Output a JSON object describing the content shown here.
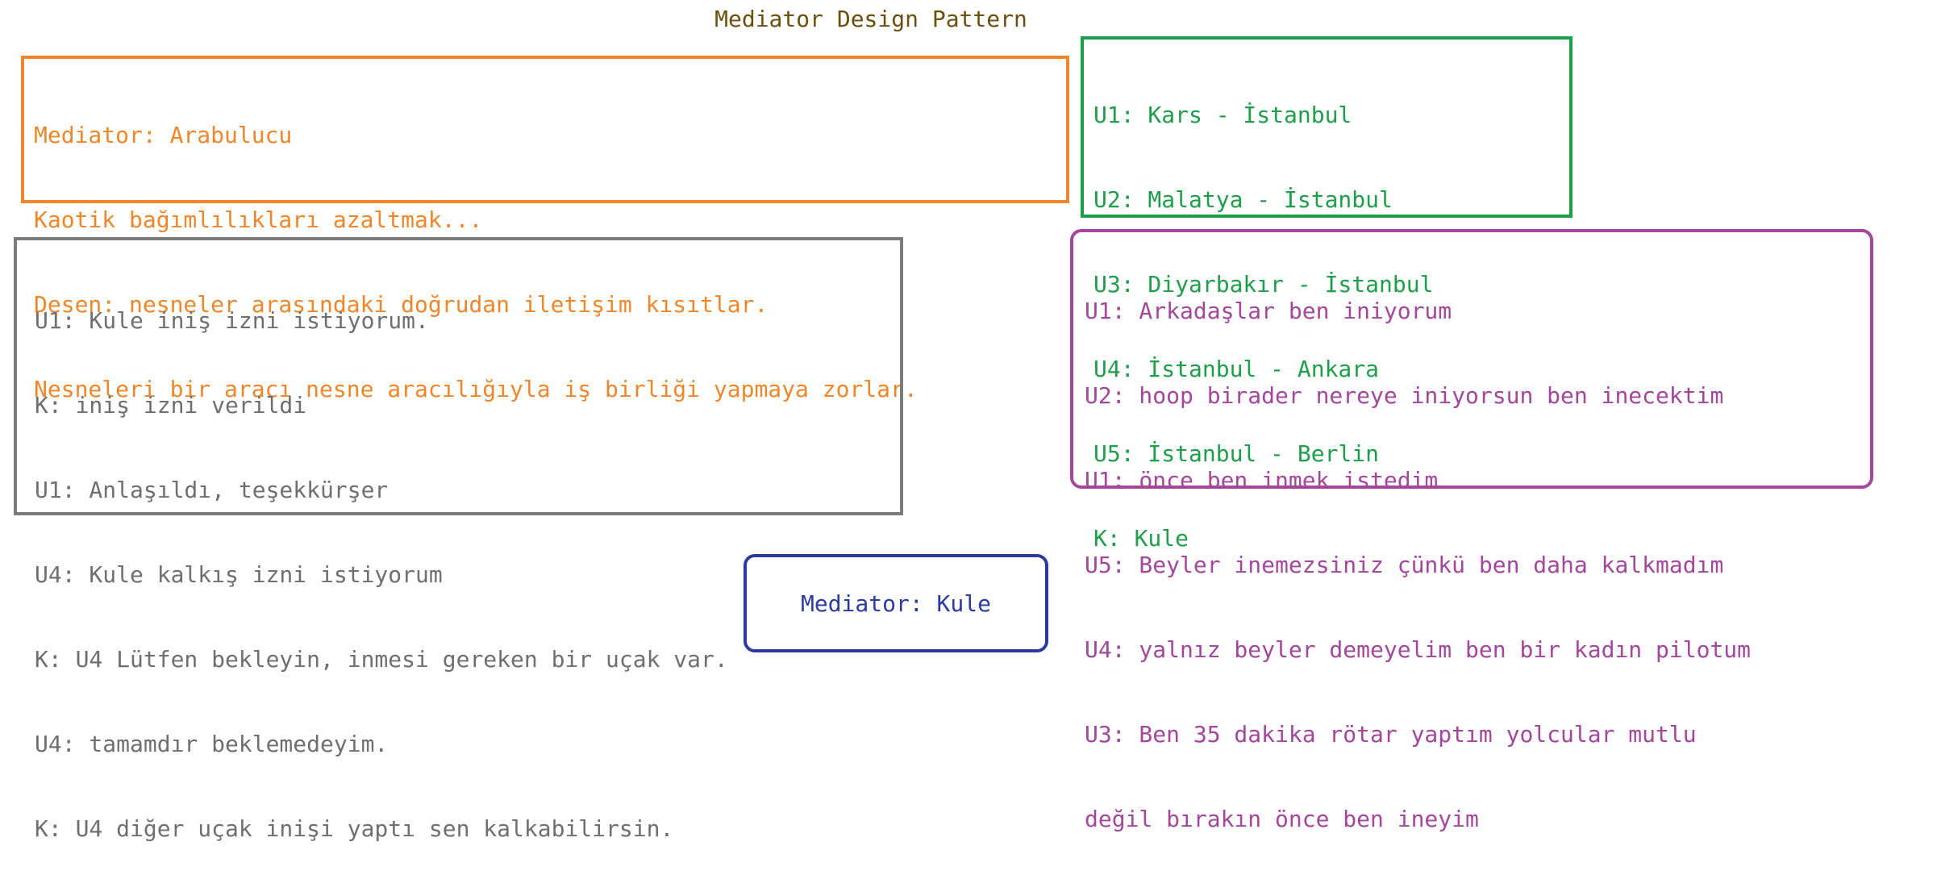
{
  "title": "Mediator Design Pattern",
  "colors": {
    "title": "#6b4f0e",
    "orange": "#f0862a",
    "green": "#1f9e4a",
    "gray": "#7c7c7c",
    "purple": "#a3469c",
    "blue": "#2b3aa0"
  },
  "definition_box": {
    "lines": [
      "Mediator: Arabulucu",
      "Kaotik bağımlılıkları azaltmak...",
      "Desen: nesneler arasındaki doğrudan iletişim kısıtlar.",
      "Nesneleri bir aracı nesne aracılığıyla iş birliği yapmaya zorlar."
    ]
  },
  "flights_box": {
    "lines": [
      "U1: Kars - İstanbul",
      "U2: Malatya - İstanbul",
      "U3: Diyarbakır - İstanbul",
      "U4: İstanbul - Ankara",
      "U5: İstanbul - Berlin",
      "K: Kule"
    ]
  },
  "tower_dialogue_box": {
    "lines": [
      "U1: Kule iniş izni istiyorum.",
      "K: iniş izni verildi",
      "U1: Anlaşıldı, teşekkürşer",
      "U4: Kule kalkış izni istiyorum",
      "K: U4 Lütfen bekleyin, inmesi gereken bir uçak var.",
      "U4: tamamdır beklemedeyim.",
      "K: U4 diğer uçak inişi yaptı sen kalkabilirsin."
    ]
  },
  "chaos_dialogue_box": {
    "lines": [
      "U1: Arkadaşlar ben iniyorum",
      "U2: hoop birader nereye iniyorsun ben inecektim",
      "U1: önce ben inmek istedim",
      "U5: Beyler inemezsiniz çünkü ben daha kalkmadım",
      "U4: yalnız beyler demeyelim ben bir kadın pilotum",
      "U3: Ben 35 dakika rötar yaptım yolcular mutlu",
      "değil bırakın önce ben ineyim"
    ]
  },
  "mediator_box": {
    "label": "Mediator: Kule"
  }
}
